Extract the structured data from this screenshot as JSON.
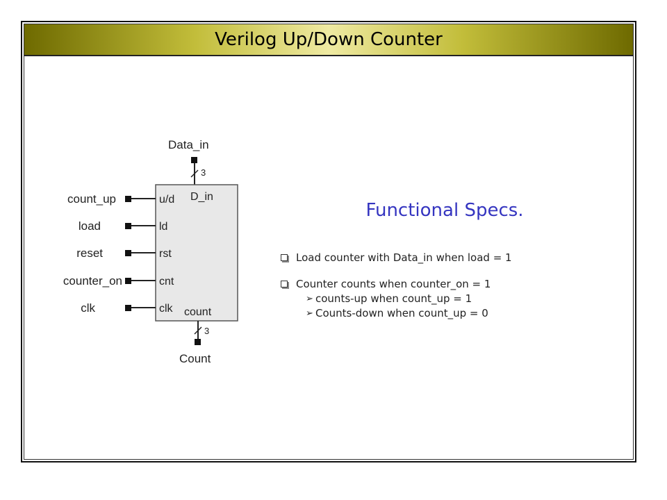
{
  "slide": {
    "title": "Verilog Up/Down Counter"
  },
  "diagram": {
    "top_input": "Data_in",
    "top_bus_width": "3",
    "inputs": [
      "count_up",
      "load",
      "reset",
      "counter_on",
      "clk"
    ],
    "ports": [
      "u/d",
      "ld",
      "rst",
      "cnt",
      "clk"
    ],
    "block_top_port": "D_in",
    "block_bottom_port": "count",
    "bottom_bus_width": "3",
    "bottom_output": "Count"
  },
  "specs": {
    "heading": "Functional Specs.",
    "items": [
      {
        "text": "Load counter with Data_in when load = 1",
        "sub": []
      },
      {
        "text": "Counter counts when counter_on = 1",
        "sub": [
          "counts-up when count_up = 1",
          "Counts-down when count_up = 0"
        ]
      }
    ]
  },
  "colors": {
    "title_bar_dark": "#6e6a00",
    "title_bar_light": "#efeaa2",
    "heading": "#3535c0",
    "block_fill": "#e8e8e8"
  }
}
